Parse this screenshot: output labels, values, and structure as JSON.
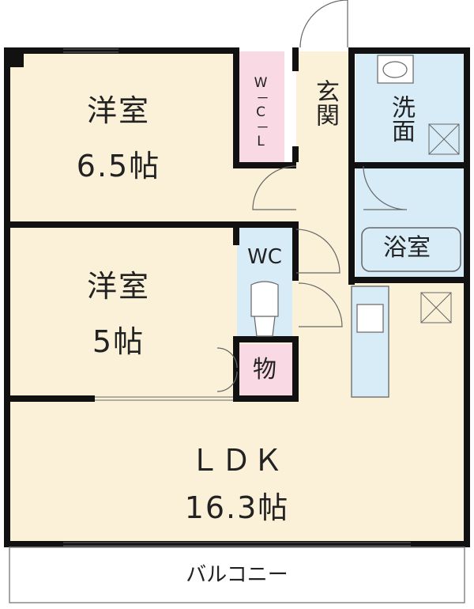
{
  "rooms": {
    "western1": {
      "name": "洋室",
      "size": "6.5帖"
    },
    "western2": {
      "name": "洋室",
      "size": "5帖"
    },
    "ldk": {
      "name": "ＬＤＫ",
      "size": "16.3帖"
    },
    "wcl": "W－C－L",
    "entrance": "玄関",
    "washroom": "洗面",
    "wc": "WC",
    "bath": "浴室",
    "storage": "物",
    "balcony": "バルコニー"
  },
  "colors": {
    "room_fill": "#fbf1d9",
    "wet_fill": "#d8ecf8",
    "closet_fill": "#f9d9e4",
    "wall": "#111111",
    "line": "#555555"
  }
}
